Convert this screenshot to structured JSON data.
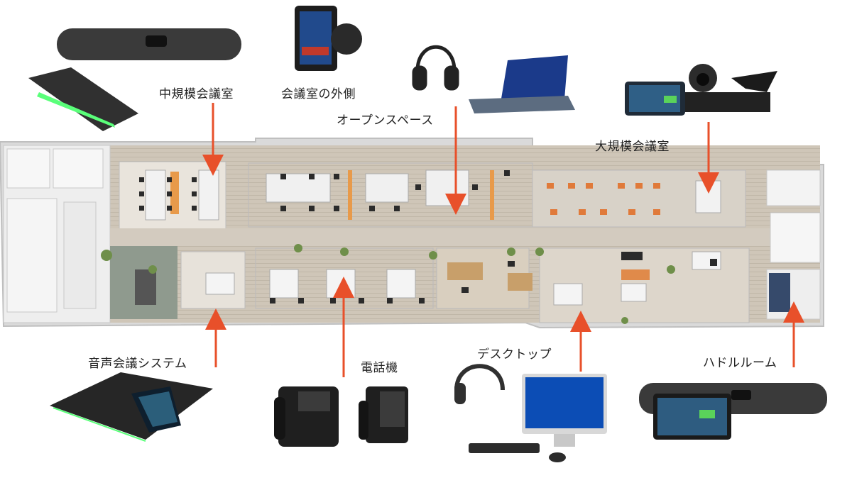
{
  "labels": {
    "mid_meeting": "中規模会議室",
    "outside_room": "会議室の外側",
    "open_space": "オープンスペース",
    "large_meeting": "大規模会議室",
    "audio_conf": "音声会議システム",
    "phone": "電話機",
    "desktop": "デスクトップ",
    "huddle": "ハドルルーム"
  },
  "colors": {
    "arrow": "#e8502a",
    "floor": "#c9c0b3",
    "wall": "#e6e6e6",
    "desk": "#f2f2f2",
    "chair": "#2b2b2b",
    "orange_chair": "#e07a3a"
  },
  "icons": [
    "video-bar-icon",
    "speakerphone-icon",
    "room-scheduler-icon",
    "headset-icon",
    "laptop-icon",
    "room-kit-icon",
    "conference-phone-icon",
    "desk-phone-icon",
    "desktop-pc-icon",
    "huddle-bar-icon"
  ]
}
